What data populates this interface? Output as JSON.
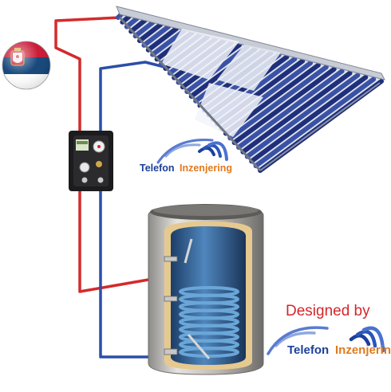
{
  "caption": {
    "designed_by": "Designed by"
  },
  "brand": {
    "name_part1": "Telefon",
    "name_part2": "Inzenjering",
    "color_part1": "#1b3f9a",
    "color_part2": "#e07a1e"
  },
  "flag": {
    "country": "Serbia",
    "colors": [
      "#c8102e",
      "#0c4076",
      "#ffffff"
    ]
  },
  "colors": {
    "hot_pipe": "#d42a2a",
    "cold_pipe": "#2b4ea8",
    "panel_tube": "#1f2f7a",
    "tank_shell": "#b9b7b3",
    "tank_inner": "#2f5f93",
    "insulation": "#e6c98f"
  },
  "icons": [
    "serbia-flag-icon",
    "signal-waves-icon"
  ]
}
